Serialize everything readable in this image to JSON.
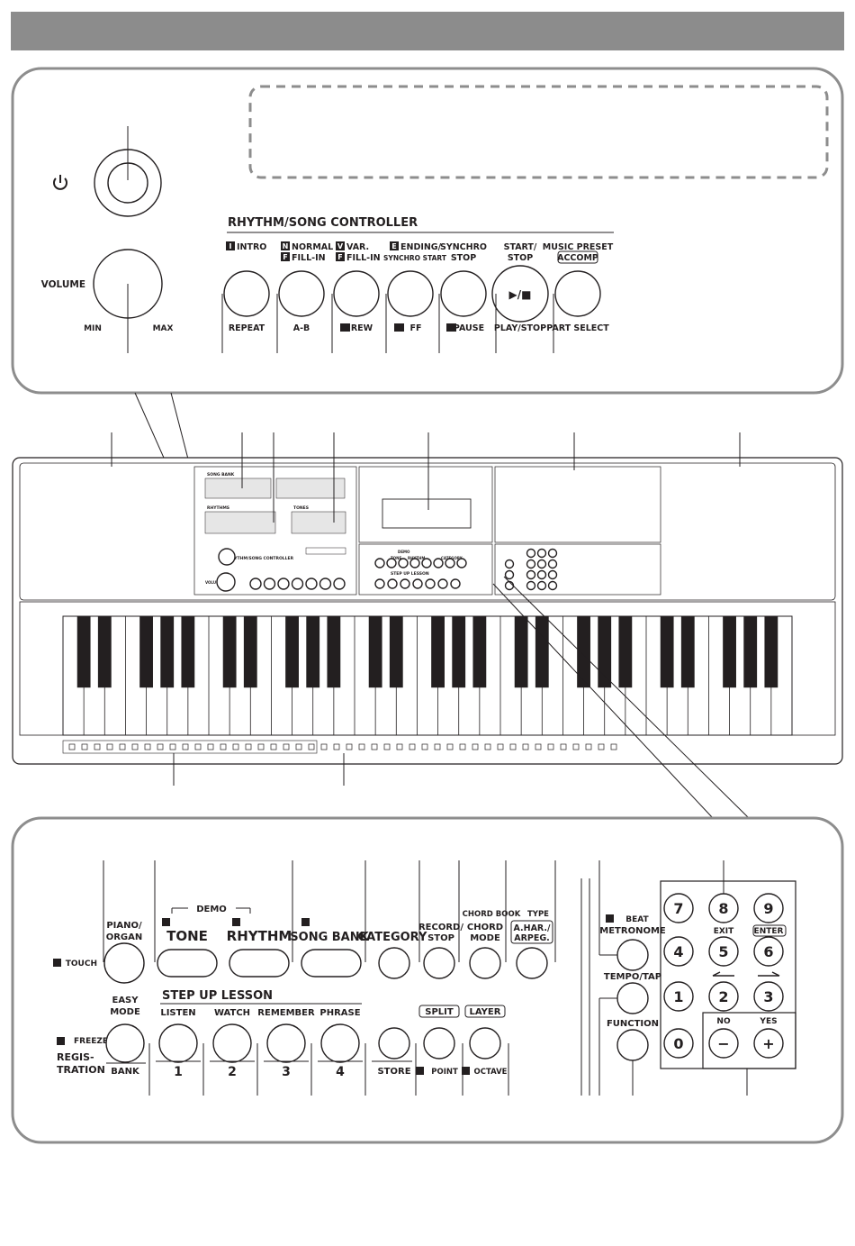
{
  "colors": {
    "header_bar": "#8c8c8c",
    "frame": "#8d8d8d",
    "ink": "#231f20",
    "display": "#e6e6e6"
  },
  "top_panel": {
    "power_icon": "power-icon",
    "volume_label": "VOLUME",
    "min_label": "MIN",
    "max_label": "MAX",
    "controller_title": "RHYTHM/SONG CONTROLLER",
    "buttons": [
      {
        "top_lines": [
          "INTRO"
        ],
        "top_badges": [
          "I"
        ],
        "bottom": "REPEAT"
      },
      {
        "top_lines": [
          "NORMAL",
          "FILL-IN"
        ],
        "top_badges": [
          "N",
          "F"
        ],
        "bottom": "A-B"
      },
      {
        "top_lines": [
          "VAR.",
          "FILL-IN"
        ],
        "top_badges": [
          "V",
          "F"
        ],
        "bottom": "REW"
      },
      {
        "top_lines": [
          "ENDING/",
          "SYNCHRO START"
        ],
        "top_badges": [
          "E",
          ""
        ],
        "bottom": "FF"
      },
      {
        "top_lines": [
          "SYNCHRO",
          "STOP"
        ],
        "top_badges": [
          "",
          ""
        ],
        "bottom": "PAUSE"
      },
      {
        "top_lines": [
          "START/",
          "STOP"
        ],
        "top_badges": [
          "",
          ""
        ],
        "bottom": "PLAY/STOP",
        "face": "▶/■"
      },
      {
        "top_lines": [
          "MUSIC PRESET",
          "ACCOMP"
        ],
        "top_badges": [
          "",
          ""
        ],
        "bottom": "PART SELECT"
      }
    ]
  },
  "keyboard": {
    "small_labels": {
      "song_bank": "SONG BANK",
      "rhythms": "RHYTHMS",
      "tones": "TONES",
      "controller": "RHYTHM/SONG CONTROLLER",
      "volume": "VOLUME",
      "step_up": "STEP UP LESSON",
      "demo": "DEMO",
      "tone": "TONE",
      "rhythm": "RHYTHM",
      "category": "CATEGORY"
    }
  },
  "bottom_panel": {
    "row1": [
      {
        "label": [
          "PIANO/",
          "ORGAN"
        ],
        "side": "TOUCH"
      },
      {
        "label": [
          "TONE"
        ],
        "group": "DEMO"
      },
      {
        "label": [
          "RHYTHM"
        ]
      },
      {
        "label": [
          "SONG BANK"
        ]
      },
      {
        "label": [
          "CATEGORY"
        ]
      },
      {
        "label": [
          "RECORD/",
          "STOP"
        ]
      },
      {
        "label": [
          "CHORD",
          "MODE"
        ],
        "top": "CHORD BOOK"
      },
      {
        "label": [
          "A.HAR./",
          "ARPEG."
        ],
        "top": "TYPE"
      }
    ],
    "metronome": [
      "BEAT",
      "METRONOME"
    ],
    "tempo": "TEMPO/TAP",
    "function": "FUNCTION",
    "step_up_title": "STEP UP LESSON",
    "row2_left": {
      "freeze": "FREEZE",
      "regis": [
        "REGIS-",
        "TRATION"
      ],
      "easy": [
        "EASY",
        "MODE"
      ],
      "bank": "BANK"
    },
    "row2": [
      {
        "top": "LISTEN",
        "bottom": "1"
      },
      {
        "top": "WATCH",
        "bottom": "2"
      },
      {
        "top": "REMEMBER",
        "bottom": "3"
      },
      {
        "top": "PHRASE",
        "bottom": "4"
      },
      {
        "top": "",
        "bottom": "STORE"
      },
      {
        "top": "SPLIT",
        "bottom": "POINT"
      },
      {
        "top": "LAYER",
        "bottom": "OCTAVE"
      }
    ],
    "numpad": {
      "keys": [
        "7",
        "8",
        "9",
        "4",
        "5",
        "6",
        "1",
        "2",
        "3",
        "0",
        "−",
        "+"
      ],
      "exit": "EXIT",
      "enter": "ENTER",
      "no": "NO",
      "yes": "YES"
    }
  }
}
